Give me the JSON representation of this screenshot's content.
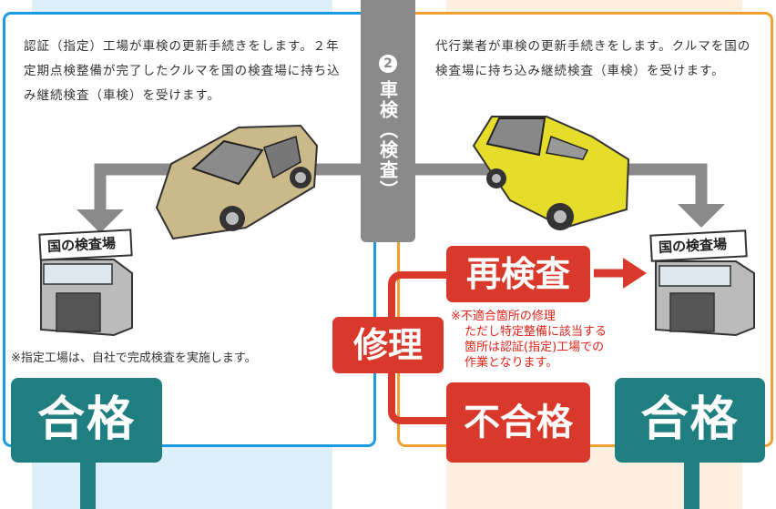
{
  "step": {
    "number": "2",
    "title": "車検（検査）"
  },
  "left": {
    "description": "認証（指定）工場が車検の更新手続きをします。２年定期点検整備が完了したクルマを国の検査場に持ち込み継続検査（車検）を受けます。",
    "building_sign": "国の検査場",
    "note": "※指定工場は、自社で完成検査を実施します。",
    "result": "合格"
  },
  "right": {
    "description": "代行業者が車検の更新手続きをします。クルマを国の検査場に持ち込み継続検査（車検）を受けます。",
    "building_sign": "国の検査場",
    "reinspection": "再検査",
    "repair": "修理",
    "fail": "不合格",
    "result": "合格",
    "repair_note": [
      "※不適合箇所の修理",
      "ただし特定整備に該当する",
      "箇所は認証(指定)工場での",
      "作業となります。"
    ]
  },
  "colors": {
    "blue": "#1a9be0",
    "orange": "#f0a030",
    "gray": "#8a8a8a",
    "red": "#d9392b",
    "green": "#1f7f80"
  }
}
